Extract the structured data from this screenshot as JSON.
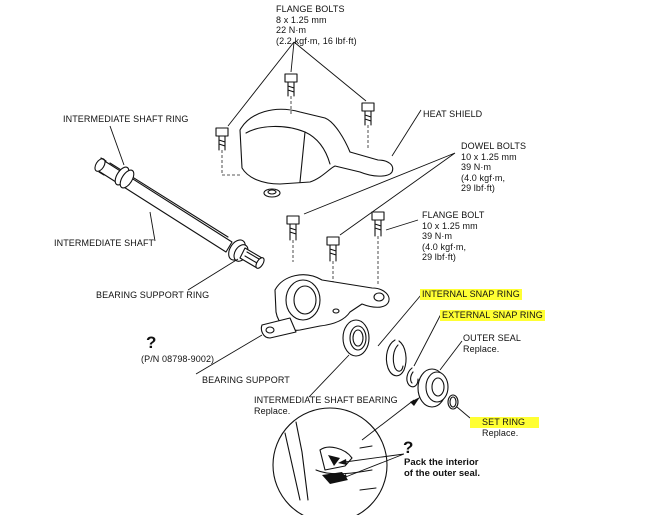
{
  "labels": {
    "flange_bolts": [
      "FLANGE BOLTS",
      "8 x 1.25 mm",
      "22 N·m",
      "(2.2 kgf·m, 16 lbf·ft)"
    ],
    "intermediate_shaft_ring": "INTERMEDIATE SHAFT RING",
    "heat_shield": "HEAT SHIELD",
    "dowel_bolts": [
      "DOWEL BOLTS",
      "10 x 1.25 mm",
      "39 N·m",
      "(4.0 kgf·m,",
      "29 lbf·ft)"
    ],
    "flange_bolt": [
      "FLANGE BOLT",
      "10 x 1.25 mm",
      "39 N·m",
      "(4.0 kgf·m,",
      "29 lbf·ft)"
    ],
    "intermediate_shaft": "INTERMEDIATE SHAFT",
    "bearing_support_ring": "BEARING SUPPORT RING",
    "internal_snap_ring": "INTERNAL SNAP RING",
    "external_snap_ring": "EXTERNAL SNAP RING",
    "outer_seal": [
      "OUTER SEAL",
      "Replace."
    ],
    "part_number": "(P/N 08798-9002)",
    "bearing_support": "BEARING SUPPORT",
    "intermediate_shaft_bearing": [
      "INTERMEDIATE SHAFT BEARING",
      "Replace."
    ],
    "set_ring": [
      "SET RING",
      "Replace."
    ]
  },
  "question_marks": [
    "?",
    "?"
  ],
  "note": [
    "Pack the interior",
    "of the outer seal."
  ],
  "colors": {
    "highlight": "#ffff33",
    "ink": "#111111",
    "background": "#ffffff"
  }
}
